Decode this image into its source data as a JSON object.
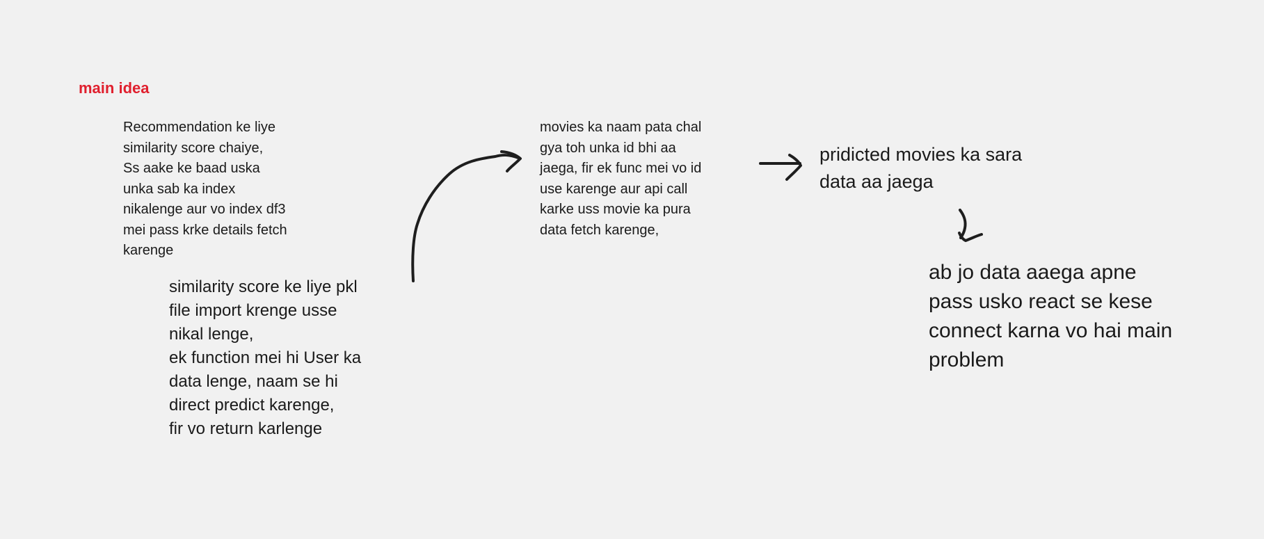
{
  "title": "main idea",
  "notes": {
    "recommendation": [
      "Recommendation ke liye",
      "similarity score chaiye,",
      "Ss aake ke baad uska",
      "unka sab ka index",
      "nikalenge aur vo index df3",
      "mei pass krke details fetch",
      "karenge"
    ],
    "similarity": [
      "similarity score ke liye pkl",
      "file import krenge usse",
      "nikal lenge,",
      "ek function mei hi User ka",
      "data lenge, naam se hi",
      "direct predict karenge,",
      "fir vo return karlenge"
    ],
    "movies": [
      "movies ka naam pata chal",
      "gya toh unka id bhi aa",
      "jaega, fir ek func mei vo id",
      "use karenge aur api call",
      "karke  uss movie ka pura",
      "data fetch karenge,"
    ],
    "predicted": [
      "pridicted movies ka sara",
      "data aa jaega"
    ],
    "problem": [
      "ab jo data aaega apne",
      "pass usko react se kese",
      "connect karna vo hai main",
      "problem"
    ]
  }
}
